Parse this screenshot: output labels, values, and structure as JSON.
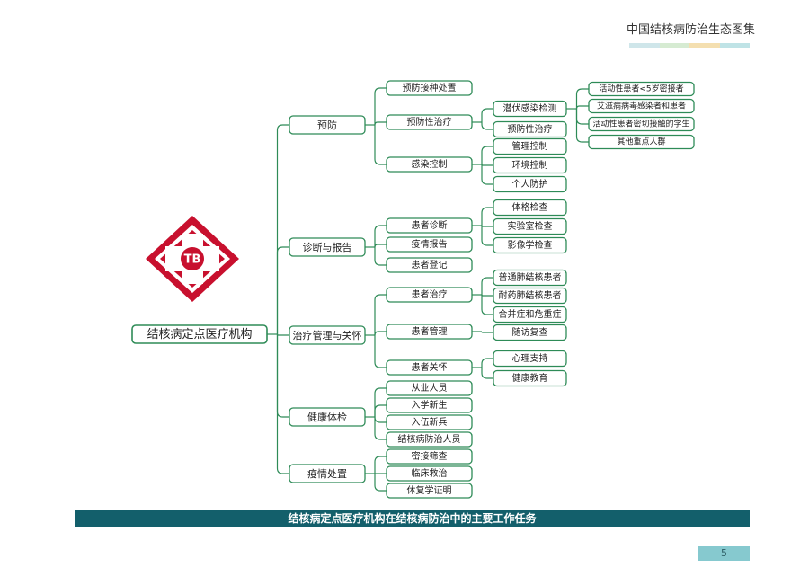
{
  "header": {
    "title": "中国结核病防治生态图集",
    "bar_colors": [
      "#cfe6ea",
      "#d6ebd2",
      "#f4dfb0",
      "#bfe3e6"
    ]
  },
  "logo": {
    "text": "TB",
    "color": "#c8102e"
  },
  "colors": {
    "line": "#2e8b57",
    "caption_bg": "#135f6b",
    "page_num_bg": "#86c9cf"
  },
  "root": {
    "label": "结核病定点医疗机构"
  },
  "branches": [
    {
      "label": "预防",
      "children": [
        {
          "label": "预防接种处置",
          "children": []
        },
        {
          "label": "预防性治疗",
          "children": [
            {
              "label": "潜伏感染检测",
              "children": [
                {
                  "label": "活动性患者<5岁密接者"
                },
                {
                  "label": "艾滋病病毒感染者和患者"
                },
                {
                  "label": "活动性患者密切接触的学生"
                },
                {
                  "label": "其他重点人群"
                }
              ]
            },
            {
              "label": "预防性治疗",
              "children": []
            }
          ]
        },
        {
          "label": "感染控制",
          "children": [
            {
              "label": "管理控制",
              "children": []
            },
            {
              "label": "环境控制",
              "children": []
            },
            {
              "label": "个人防护",
              "children": []
            }
          ]
        }
      ]
    },
    {
      "label": "诊断与报告",
      "children": [
        {
          "label": "患者诊断",
          "children": [
            {
              "label": "体格检查",
              "children": []
            },
            {
              "label": "实验室检查",
              "children": []
            },
            {
              "label": "影像学检查",
              "children": []
            }
          ]
        },
        {
          "label": "疫情报告",
          "children": []
        },
        {
          "label": "患者登记",
          "children": []
        }
      ]
    },
    {
      "label": "治疗管理与关怀",
      "children": [
        {
          "label": "患者治疗",
          "children": [
            {
              "label": "普通肺结核患者",
              "children": []
            },
            {
              "label": "耐药肺结核患者",
              "children": []
            },
            {
              "label": "合并症和危重症",
              "children": []
            }
          ]
        },
        {
          "label": "患者管理",
          "children": [
            {
              "label": "随访复查",
              "children": []
            }
          ]
        },
        {
          "label": "患者关怀",
          "children": [
            {
              "label": "心理支持",
              "children": []
            },
            {
              "label": "健康教育",
              "children": []
            }
          ]
        }
      ]
    },
    {
      "label": "健康体检",
      "children": [
        {
          "label": "从业人员",
          "children": []
        },
        {
          "label": "入学新生",
          "children": []
        },
        {
          "label": "入伍新兵",
          "children": []
        },
        {
          "label": "结核病防治人员",
          "children": []
        }
      ]
    },
    {
      "label": "疫情处置",
      "children": [
        {
          "label": "密接筛查",
          "children": []
        },
        {
          "label": "临床救治",
          "children": []
        },
        {
          "label": "休复学证明",
          "children": []
        }
      ]
    }
  ],
  "caption": "结核病定点医疗机构在结核病防治中的主要工作任务",
  "page_number": "5"
}
